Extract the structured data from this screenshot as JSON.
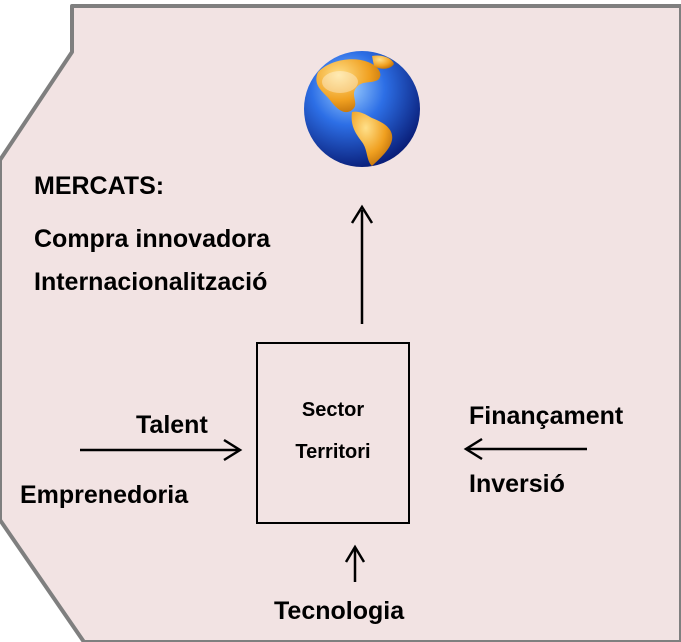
{
  "colors": {
    "panel_fill": "#f2e3e3",
    "panel_border": "#7f7f7f",
    "panel_shadow": "#b8b8b8",
    "ink": "#000000",
    "ocean": "#1f4fd8",
    "land": "#f0a020"
  },
  "icons": {
    "globe": "globe-icon"
  },
  "markets": {
    "title": "MERCATS:",
    "line1": "Compra innovadora",
    "line2": "Internacionalització"
  },
  "center": {
    "line1": "Sector",
    "line2": "Territori"
  },
  "left": {
    "top": "Talent",
    "bottom": "Emprenedoria"
  },
  "right": {
    "top": "Finançament",
    "bottom": "Inversió"
  },
  "bottom": {
    "label": "Tecnologia"
  }
}
